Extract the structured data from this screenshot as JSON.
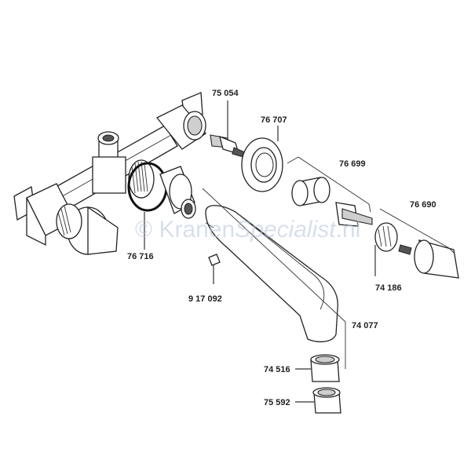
{
  "diagram": {
    "labels": [
      {
        "id": "75054",
        "text": "75 054"
      },
      {
        "id": "76707",
        "text": "76 707"
      },
      {
        "id": "76699",
        "text": "76 699"
      },
      {
        "id": "76690",
        "text": "76 690"
      },
      {
        "id": "76716",
        "text": "76 716"
      },
      {
        "id": "74186",
        "text": "74 186"
      },
      {
        "id": "917092",
        "text": "9 17 092"
      },
      {
        "id": "74077",
        "text": "74 077"
      },
      {
        "id": "74516",
        "text": "74 516"
      },
      {
        "id": "75592",
        "text": "75 592"
      }
    ],
    "watermark": {
      "prefix": "© Kranen",
      "brand": "Specialist",
      "suffix": ".nl"
    }
  }
}
